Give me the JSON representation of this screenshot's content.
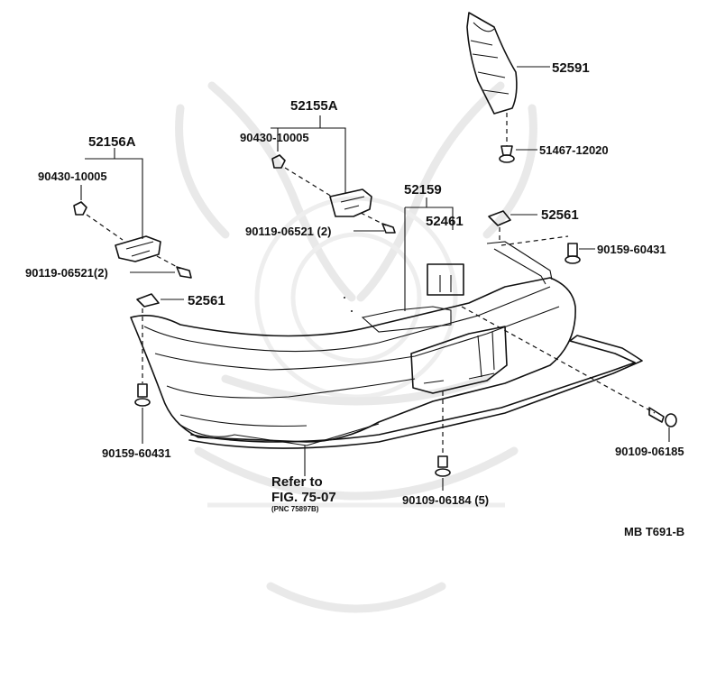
{
  "diagram": {
    "labels": {
      "bracket_left": "52156A",
      "bracket_right": "52155A",
      "nut_left": "90430-10005",
      "nut_right": "90430-10005",
      "screw_left": "90119-06521(2)",
      "screw_right": "90119-06521 (2)",
      "mud_guard": "52591",
      "clip_top": "51467-12020",
      "cover": "52159",
      "label_plate": "52461",
      "retainer_right": "52561",
      "retainer_left": "52561",
      "bolt_right": "90159-60431",
      "bolt_left": "90159-60431",
      "screw_lower_right": "90109-06185",
      "screw_bottom": "90109-06184 (5)",
      "refer_line1": "Refer to",
      "refer_line2": "FIG. 75-07",
      "refer_line3": "(PNC 75897B)",
      "diagram_code": "MB T691-B"
    }
  }
}
